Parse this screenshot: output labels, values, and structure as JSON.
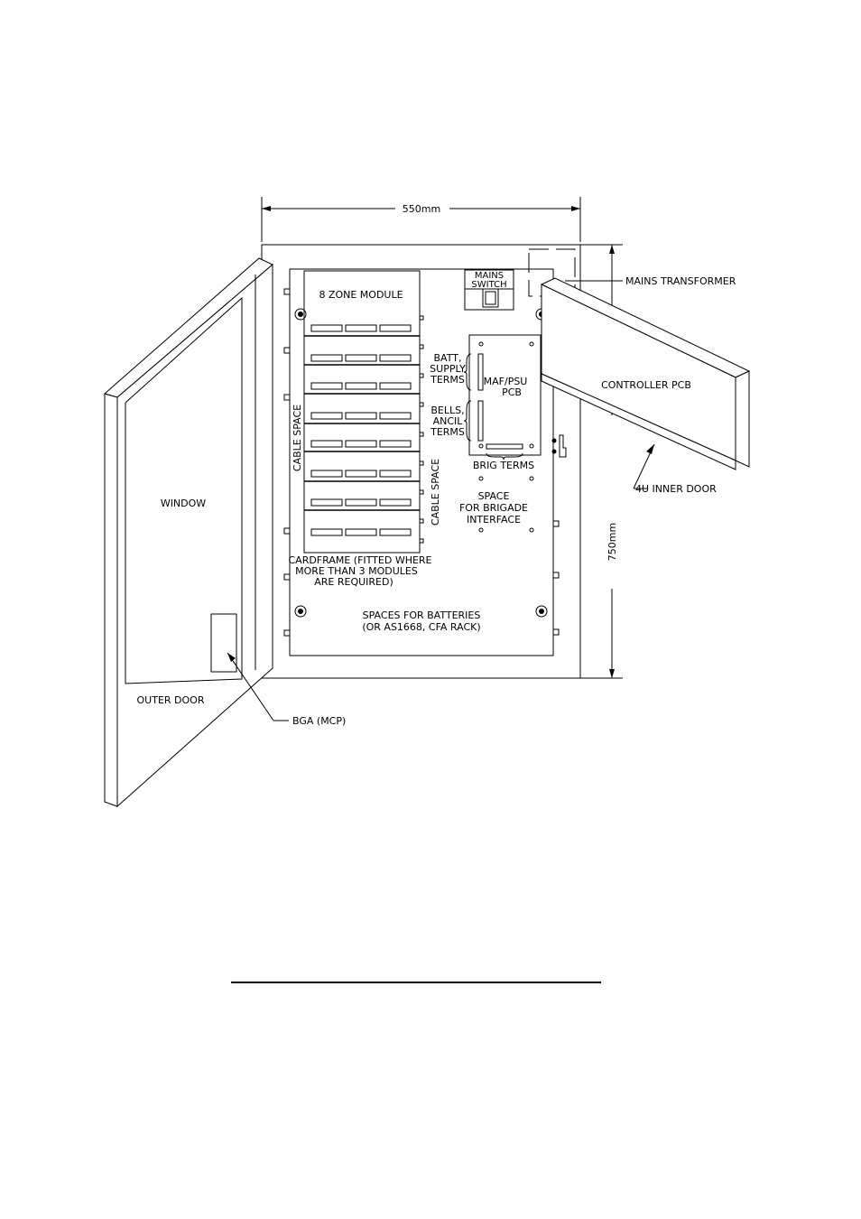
{
  "dimensions": {
    "width": "550mm",
    "height": "750mm"
  },
  "labels": {
    "mains_transformer": "MAINS TRANSFORMER",
    "mains_switch_line1": "MAINS",
    "mains_switch_line2": "SWITCH",
    "zone_module": "8 ZONE MODULE",
    "cable_space_left": "CABLE SPACE",
    "cable_space_right": "CABLE SPACE",
    "batt_line1": "BATT,",
    "batt_line2": "SUPPLY",
    "batt_line3": "TERMS",
    "bells_line1": "BELLS,",
    "bells_line2": "ANCIL",
    "bells_line3": "TERMS",
    "maf_line1": "MAF/PSU",
    "maf_line2": "PCB",
    "brig_terms": "BRIG TERMS",
    "space_line1": "SPACE",
    "space_line2": "FOR BRIGADE",
    "space_line3": "INTERFACE",
    "controller_pcb": "CONTROLLER PCB",
    "inner_door": "4U INNER DOOR",
    "window": "WINDOW",
    "outer_door": "OUTER DOOR",
    "bga": "BGA (MCP)",
    "cardframe_line1": "CARDFRAME (FITTED WHERE",
    "cardframe_line2": "MORE THAN 3 MODULES",
    "cardframe_line3": "ARE REQUIRED)",
    "batteries_line1": "SPACES FOR BATTERIES",
    "batteries_line2": "(OR AS1668, CFA RACK)"
  }
}
